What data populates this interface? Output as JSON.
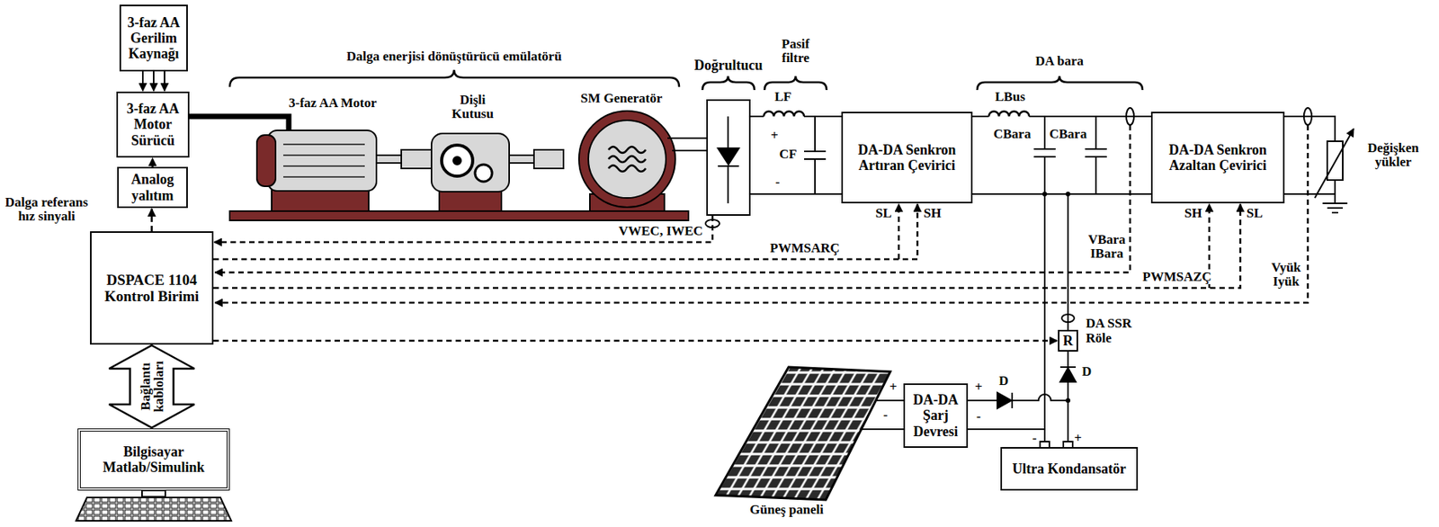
{
  "diagram": {
    "nodes": [
      {
        "text": [
          "3-faz AA Gerilim Kaynağı"
        ]
      },
      {
        "text": [
          "3-faz AA Motor Sürücü"
        ]
      },
      {
        "text": [
          "Analog yalıtım"
        ]
      },
      {
        "text": [
          "DSPACE 1104 Kontrol Birimi"
        ]
      },
      {
        "text": [
          "Bilgisayar Matlab/Simulink"
        ]
      },
      {
        "text": [
          "Doğrultucu"
        ]
      },
      {
        "text": [
          "DA-DA Senkron Artıran Çevirici"
        ]
      },
      {
        "text": [
          "DA-DA Senkron Azaltan Çevirici"
        ]
      },
      {
        "text": [
          "R",
          "DA SSR Röle"
        ]
      },
      {
        "text": [
          "DA-DA Şarj Devresi"
        ]
      },
      {
        "text": [
          "Ultra Kondansatör"
        ]
      }
    ],
    "edges": [
      {
        "from": 0,
        "to": 1,
        "arrow": "to"
      },
      {
        "from": 2,
        "to": 1,
        "arrow": "to"
      },
      {
        "from": 3,
        "to": 2,
        "arrow": "to"
      },
      {
        "from": 3,
        "to": 4,
        "label": "Bağlantı kabloları",
        "arrow": "both"
      },
      {
        "from": 5,
        "to": 3,
        "label": "VWEC, IWEC",
        "arrow": "to"
      },
      {
        "from": 3,
        "to": 6,
        "label": "PWMSARÇ",
        "arrow": "to"
      },
      {
        "from": 3,
        "to": 7,
        "label": "PWMSAZÇ",
        "arrow": "to"
      },
      {
        "from": 3,
        "to": 8,
        "arrow": "to"
      },
      {
        "from": 5,
        "to": 6,
        "arrow": "none"
      },
      {
        "from": 6,
        "to": 7,
        "arrow": "none"
      },
      {
        "from": 9,
        "to": 10,
        "arrow": "none"
      },
      {
        "from": 10,
        "to": 8,
        "arrow": "none"
      }
    ],
    "labels": [
      "Dalga referans hız sinyali",
      "Dalga enerjisi dönüştürücü emülatörü",
      "3-faz AA Motor",
      "Dişli Kutusu",
      "SM Generatör",
      "Pasif filtre",
      "LF",
      "+",
      "CF",
      "-",
      "DA bara",
      "LBus",
      "CBara",
      "CBara",
      "SL",
      "SH",
      "VBara IBara",
      "SH",
      "SL",
      "Vyük Iyük",
      "Değişken yükler",
      "+",
      "-",
      "+",
      "-",
      "D",
      "D",
      "-",
      "+",
      "Güneş paneli"
    ]
  }
}
